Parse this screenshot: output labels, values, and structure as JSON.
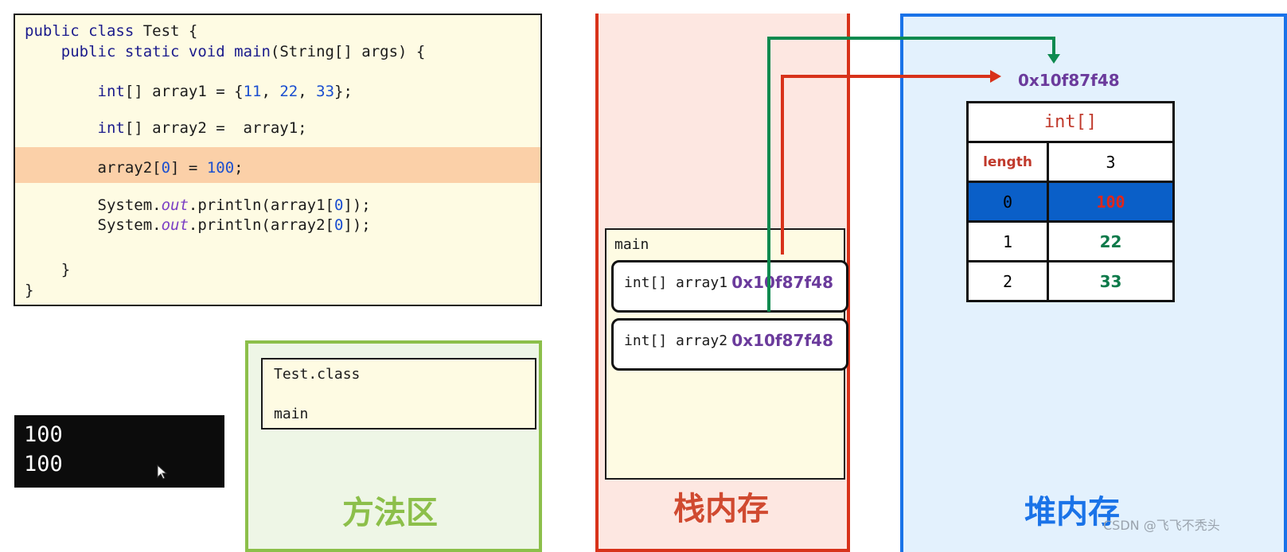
{
  "code": {
    "lines": [
      "public class Test {",
      "    public static void main(String[] args) {",
      "        int[] array1 = {11, 22, 33};",
      "        int[] array2 =  array1;",
      "        array2[0] = 100;",
      "        System.out.println(array1[0]);",
      "        System.out.println(array2[0]);",
      "    }",
      "}"
    ]
  },
  "console": {
    "lines": [
      "100",
      "100"
    ]
  },
  "method_area": {
    "label": "方法区",
    "class_name": "Test.class",
    "method": "main"
  },
  "stack": {
    "label": "栈内存",
    "frame": "main",
    "vars": [
      {
        "decl": "int[] array1",
        "addr": "0x10f87f48"
      },
      {
        "decl": "int[] array2",
        "addr": "0x10f87f48"
      }
    ]
  },
  "heap": {
    "label": "堆内存",
    "address": "0x10f87f48",
    "type": "int[]",
    "length_label": "length",
    "length_value": "3",
    "rows": [
      {
        "index": "0",
        "value": "100"
      },
      {
        "index": "1",
        "value": "22"
      },
      {
        "index": "2",
        "value": "33"
      }
    ]
  },
  "colors": {
    "array1_arrow": "#d8321a",
    "array2_arrow": "#0e8a4f",
    "method_area": "#8cbf4a",
    "stack": "#d8321a",
    "heap": "#1a73e8"
  },
  "watermark": "CSDN @飞飞不秃头"
}
